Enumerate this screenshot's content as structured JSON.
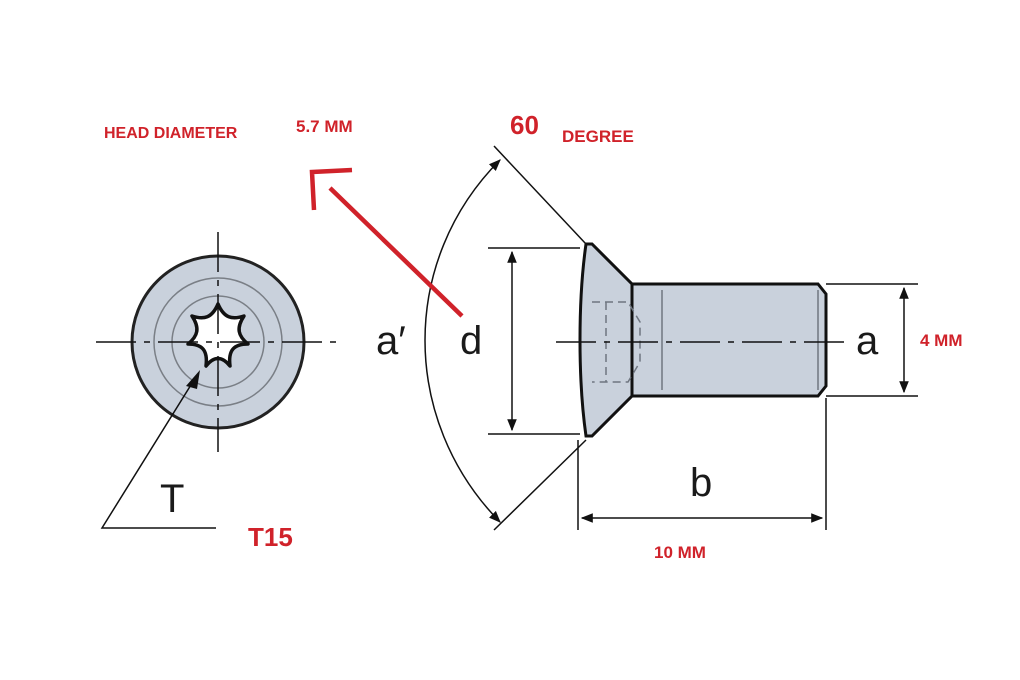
{
  "annotations": {
    "head_diameter_label": "HEAD DIAMETER",
    "head_diameter_value": "5.7 MM",
    "angle_value": "60",
    "angle_unit": "DEGREE",
    "thread_diameter": "4 MM",
    "length": "10 MM",
    "drive": "T15"
  },
  "dimension_symbols": {
    "head_angle": "a′",
    "head_diameter": "d",
    "thread_diameter": "a",
    "length": "b",
    "drive": "T"
  },
  "colors": {
    "annotation": "#d0222a",
    "screw_fill": "#c9d1dc",
    "outline": "#111111"
  },
  "icons": {
    "end_view": "torx-head-end-view",
    "side_view": "countersunk-screw-side-view"
  }
}
